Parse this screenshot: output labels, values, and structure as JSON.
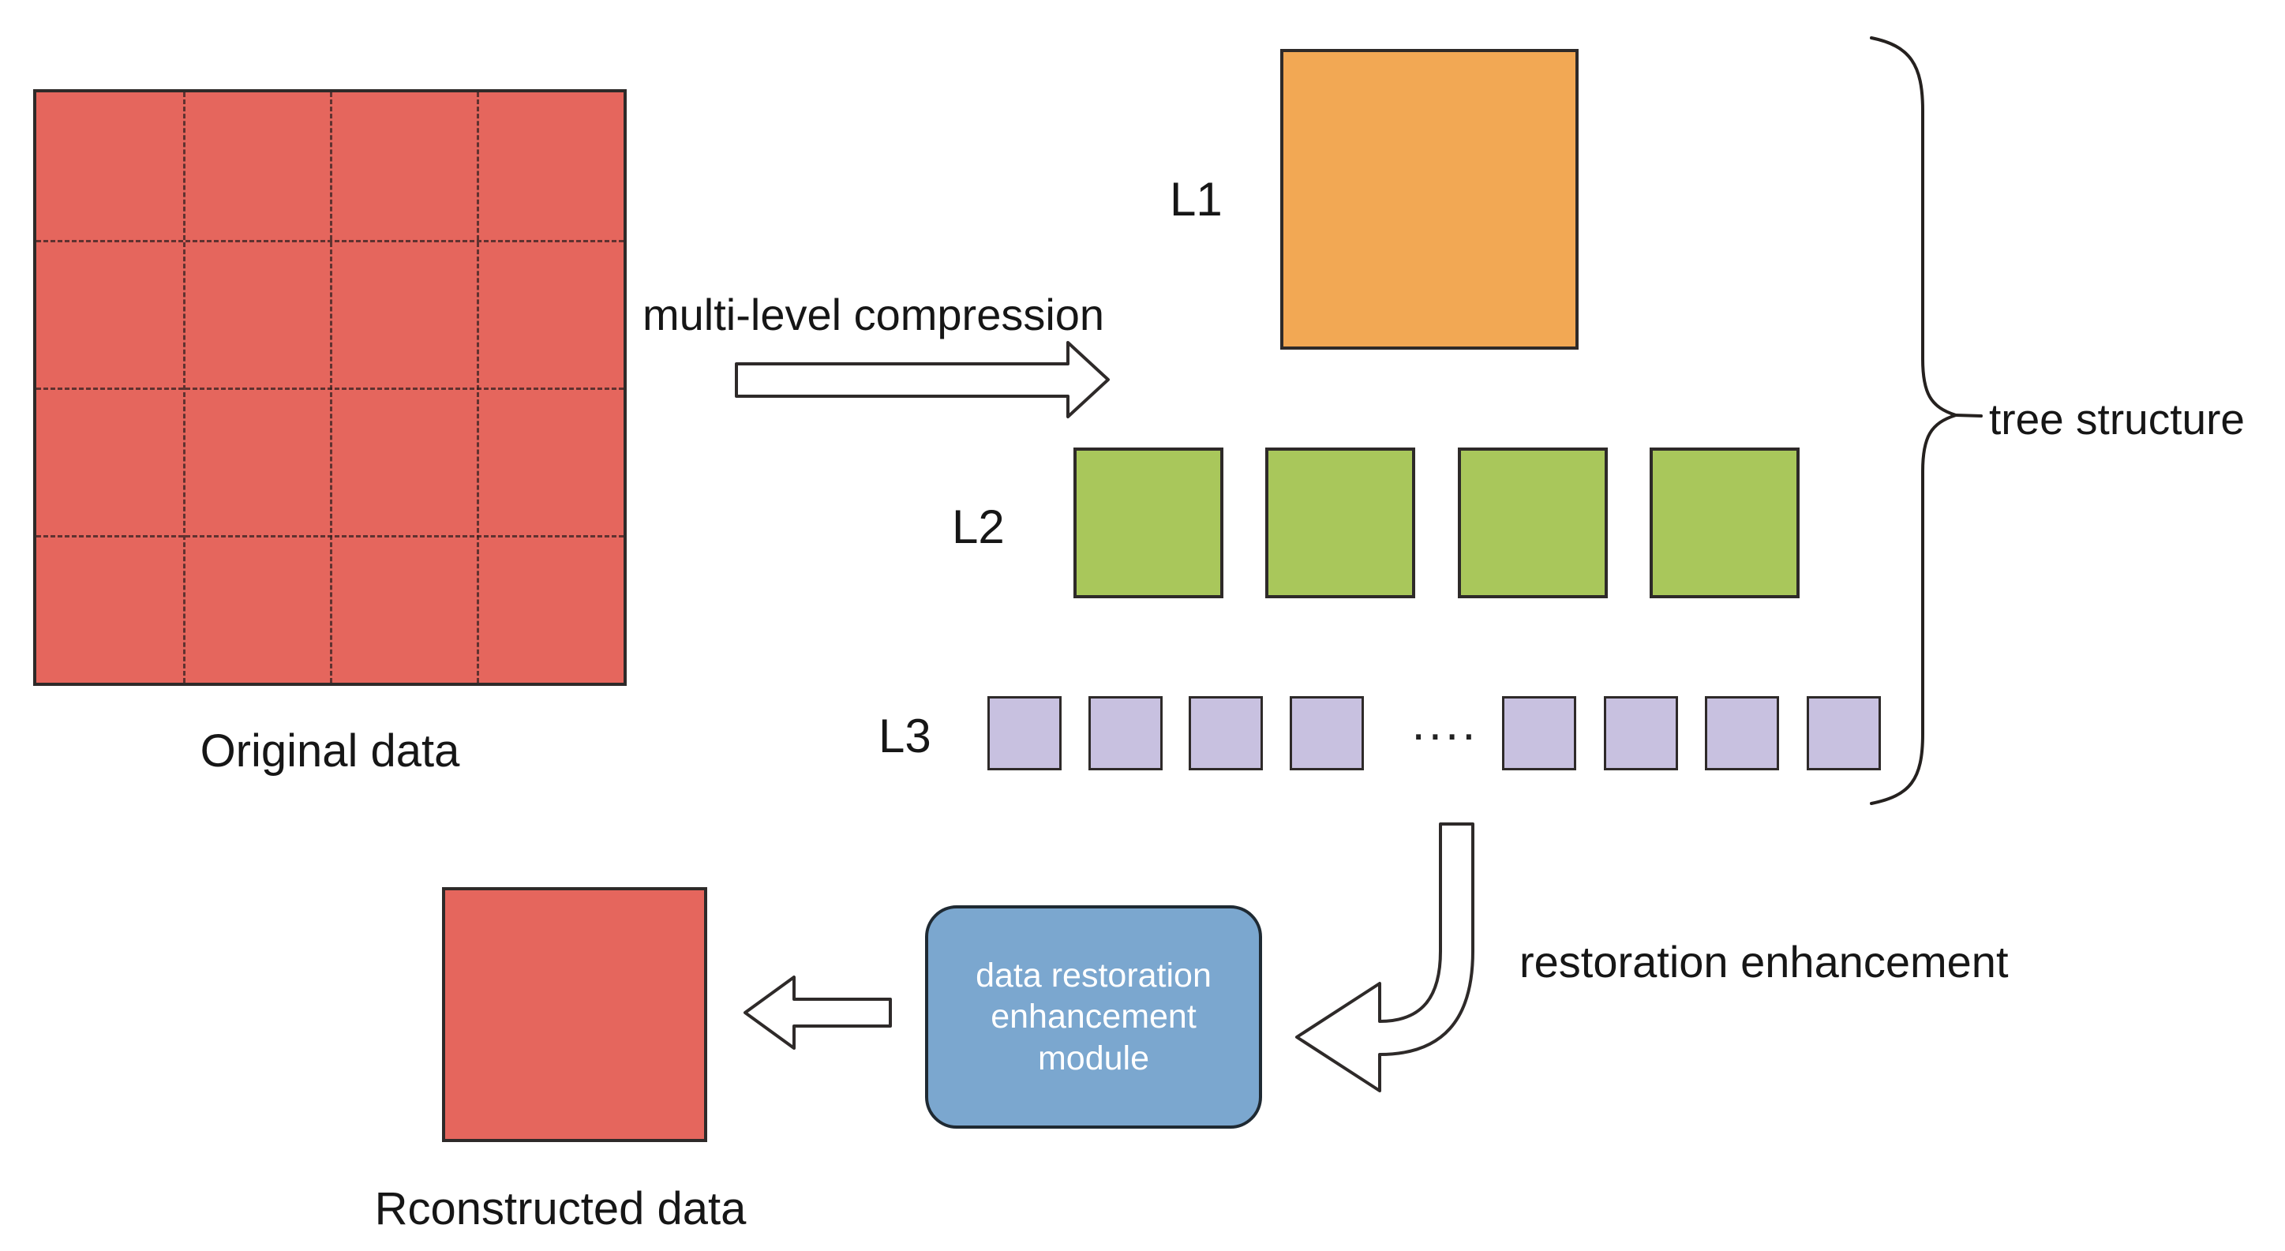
{
  "labels": {
    "original": "Original data",
    "compression": "multi-level compression",
    "l1": "L1",
    "l2": "L2",
    "l3": "L3",
    "ellipsis": "....",
    "tree": "tree structure",
    "restoration": "restoration enhancement",
    "reconstructed": "Rconstructed data"
  },
  "module": {
    "line1": "data restoration",
    "line2": "enhancement",
    "line3": "module"
  },
  "structure": {
    "original_grid_divisions": 4,
    "l2_square_count": 4,
    "l3_left_square_count": 4,
    "l3_right_square_count": 4
  },
  "colors": {
    "red": "#e5665d",
    "orange": "#f2a854",
    "green": "#a9c75b",
    "purple": "#c8c1e0",
    "blue": "#7ba7cf"
  }
}
